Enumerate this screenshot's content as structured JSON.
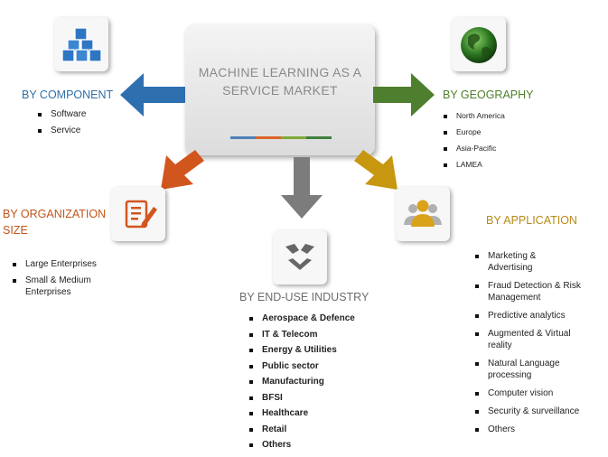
{
  "center": {
    "title": "MACHINE LEARNING AS A SERVICE MARKET",
    "bar_colors": [
      "#4f7fb8",
      "#d9662a",
      "#7faa3a",
      "#3f7f3f"
    ]
  },
  "component": {
    "heading": "BY COMPONENT",
    "items": [
      "Software",
      "Service"
    ],
    "icon": "cubes-icon",
    "color": "#2f6fa8"
  },
  "geography": {
    "heading": "BY GEOGRAPHY",
    "items": [
      "North America",
      "Europe",
      "Asia-Pacific",
      "LAMEA"
    ],
    "icon": "globe-icon",
    "color": "#4f7f2b"
  },
  "organization": {
    "heading_line1": "BY ORGANIZATION",
    "heading_line2": "SIZE",
    "items": [
      "Large Enterprises",
      "Small & Medium",
      "Enterprises"
    ],
    "icon": "document-edit-icon",
    "color": "#c0541b"
  },
  "end_use": {
    "heading": "BY END-USE INDUSTRY",
    "items": [
      "Aerospace & Defence",
      "IT & Telecom",
      "Energy & Utilities",
      "Public sector",
      "Manufacturing",
      "BFSI",
      "Healthcare",
      "Retail",
      "Others"
    ],
    "icon": "handshake-icon",
    "color": "#6d6d6d"
  },
  "application": {
    "heading": "BY APPLICATION",
    "items": [
      "Marketing &",
      "Advertising",
      "Fraud Detection & Risk",
      "Management",
      "Predictive analytics",
      "Augmented & Virtual",
      "reality",
      "Natural Language",
      "processing",
      "Computer vision",
      "Security & surveillance",
      "Others"
    ],
    "icon": "people-icon",
    "color": "#b88a16"
  }
}
